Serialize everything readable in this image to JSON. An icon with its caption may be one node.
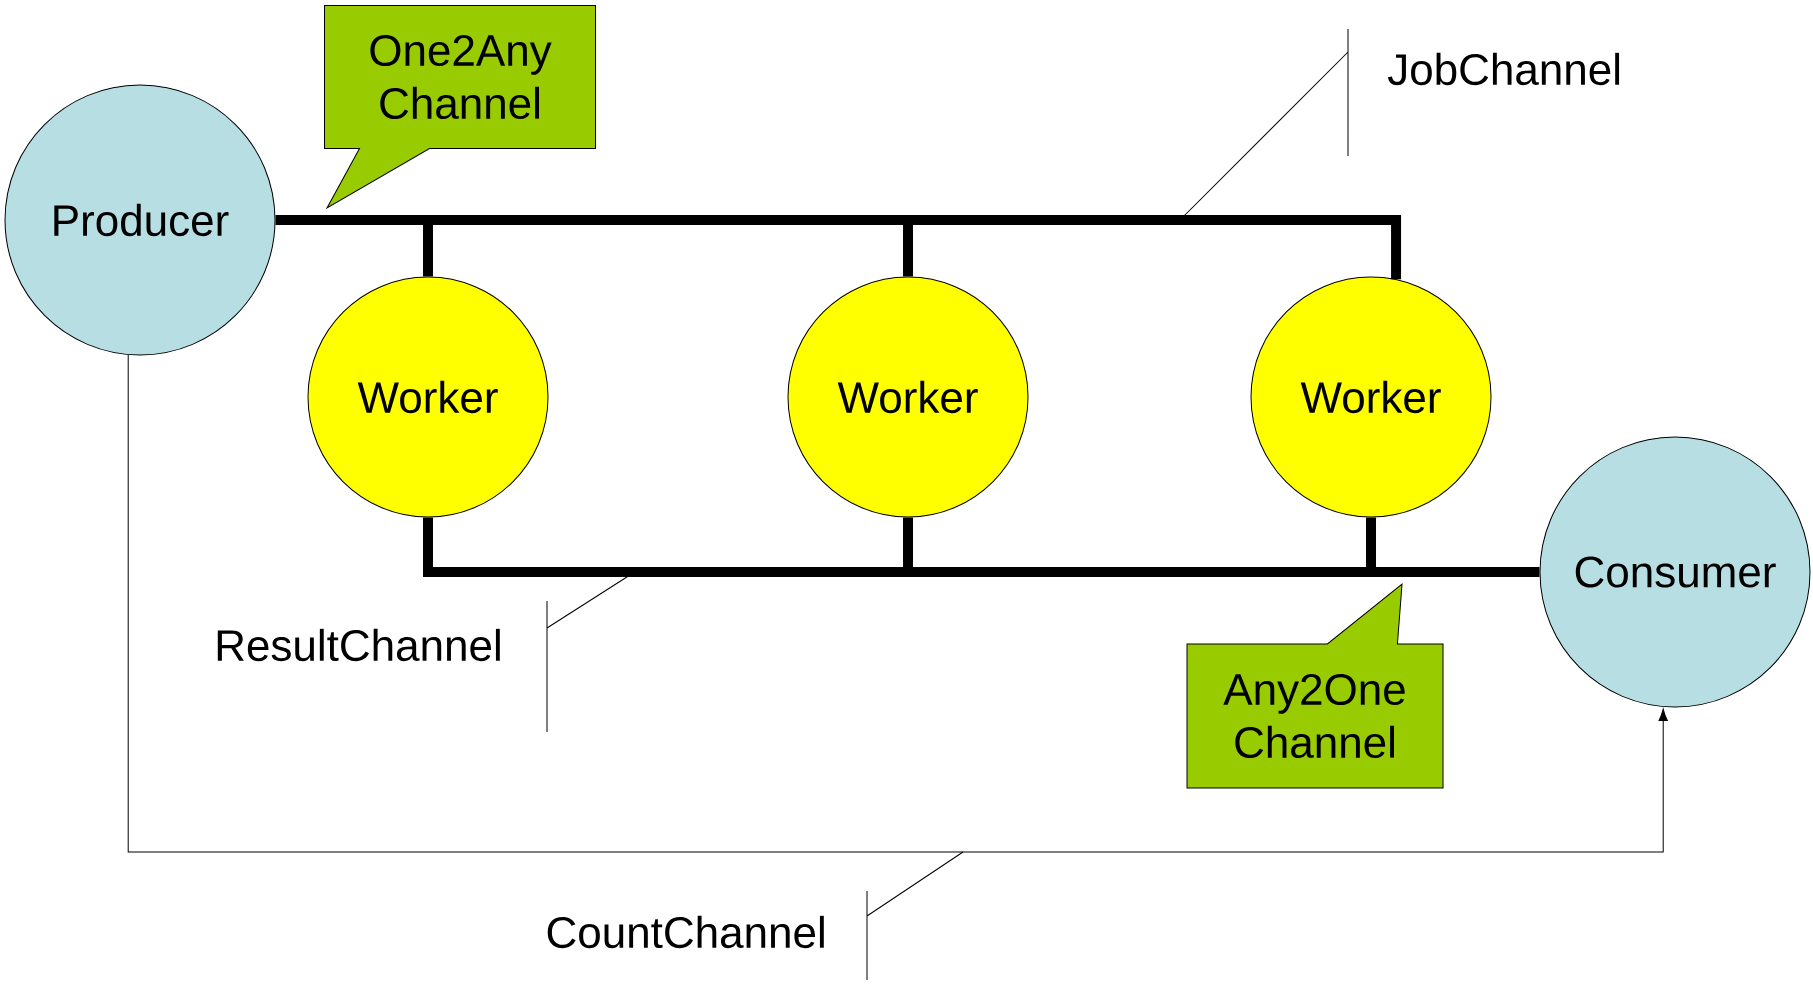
{
  "diagram": {
    "nodes": [
      {
        "text": [
          "Producer"
        ]
      },
      {
        "text": [
          "One2Any Channel"
        ]
      },
      {
        "text": [
          "JobChannel"
        ]
      },
      {
        "text": [
          "Worker"
        ]
      },
      {
        "text": [
          "Worker"
        ]
      },
      {
        "text": [
          "Worker"
        ]
      },
      {
        "text": [
          "Consumer"
        ]
      },
      {
        "text": [
          "ResultChannel"
        ]
      },
      {
        "text": [
          "Any2One Channel"
        ]
      },
      {
        "text": [
          "CountChannel"
        ]
      }
    ],
    "edges": [
      {
        "from": 0,
        "to": 3,
        "arrow": "none"
      },
      {
        "from": 0,
        "to": 4,
        "arrow": "none"
      },
      {
        "from": 0,
        "to": 5,
        "arrow": "none"
      },
      {
        "from": 3,
        "to": 6,
        "arrow": "none"
      },
      {
        "from": 4,
        "to": 6,
        "arrow": "none"
      },
      {
        "from": 5,
        "to": 6,
        "arrow": "none"
      },
      {
        "from": 0,
        "to": 6,
        "arrow": "to"
      },
      {
        "from": 2,
        "to": null,
        "arrow": "none"
      },
      {
        "from": 7,
        "to": null,
        "arrow": "none"
      },
      {
        "from": 9,
        "to": null,
        "arrow": "none"
      }
    ]
  }
}
